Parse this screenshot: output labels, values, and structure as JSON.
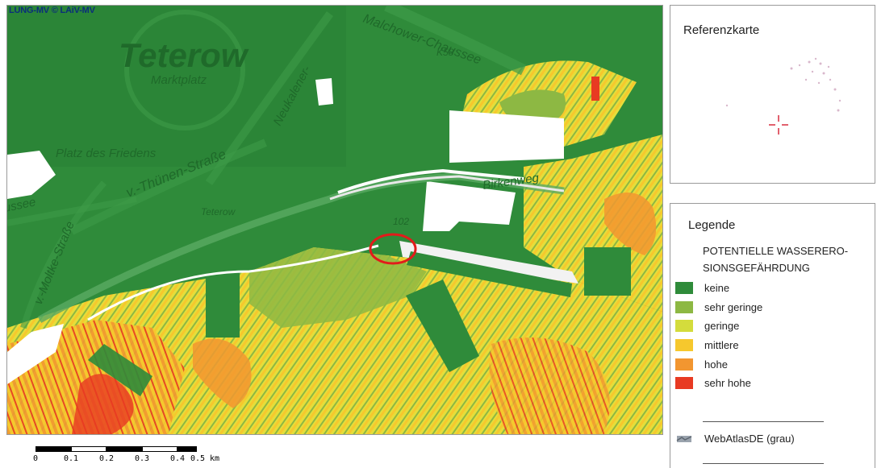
{
  "map": {
    "copyright": "LUNG-MV © LAiV-MV",
    "labels": {
      "city": "Teterow",
      "market": "Marktplatz",
      "square": "Platz des Friedens",
      "street_thunen": "v.-Thünen-Straße",
      "street_moltke": "v.-Moltke-Straße",
      "street_neukalener": "Neukalener-",
      "street_chaussee": "Chaussee",
      "street_malchower": "Malchower-Chaussee",
      "street_birken": "Birkenweg",
      "road_k": "K58",
      "station": "Teterow",
      "road_102": "102"
    }
  },
  "scale": {
    "labels": [
      "0",
      "0.1",
      "0.2",
      "0.3",
      "0.4",
      "0.5 km"
    ]
  },
  "reference": {
    "title": "Referenzkarte"
  },
  "legend": {
    "title": "Legende",
    "layer_line1": "POTENTIELLE WASSERERO-",
    "layer_line2": "SIONSGEFÄHRDUNG",
    "items": [
      {
        "label": "keine",
        "color": "#2f8b3a"
      },
      {
        "label": "sehr geringe",
        "color": "#8db843"
      },
      {
        "label": "geringe",
        "color": "#d4dc3c"
      },
      {
        "label": "mittlere",
        "color": "#f6c82d"
      },
      {
        "label": "hohe",
        "color": "#f29630"
      },
      {
        "label": "sehr hohe",
        "color": "#e83a22"
      }
    ],
    "basemap": "WebAtlasDE (grau)"
  }
}
